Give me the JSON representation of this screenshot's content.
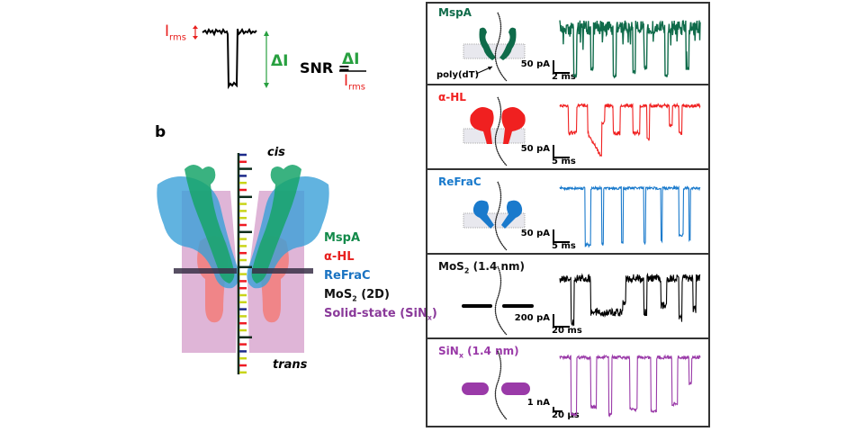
{
  "panel_a": {
    "irms_label": "I",
    "irms_sub": "rms",
    "delta_label": "ΔI",
    "snr_label": "SNR =",
    "snr_numerator": "ΔI",
    "snr_denominator": "I",
    "snr_denominator_sub": "rms",
    "colors": {
      "irms": "#e8201e",
      "delta": "#28a040",
      "trace": "#000000"
    }
  },
  "panel_b": {
    "panel_letter": "b",
    "cis_label": "cis",
    "trans_label": "trans",
    "legend": [
      {
        "label": "MspA",
        "sub": "",
        "suffix": "",
        "color": "#138a4a"
      },
      {
        "label": "α-HL",
        "sub": "",
        "suffix": "",
        "color": "#e8201e"
      },
      {
        "label": "ReFraC",
        "sub": "",
        "suffix": "",
        "color": "#1a73c2"
      },
      {
        "label": "MoS",
        "sub": "2",
        "suffix": " (2D)",
        "color": "#111111"
      },
      {
        "label": "Solid-state (SiN",
        "sub": "x",
        "suffix": ")",
        "color": "#8a3a9a"
      }
    ],
    "strand_ticks": [
      "navy",
      "red",
      "black",
      "navy",
      "yellow",
      "red",
      "black",
      "yellow",
      "yellow",
      "yellow",
      "red",
      "black",
      "yellow",
      "yellow",
      "red",
      "yellow",
      "black",
      "yellow",
      "red",
      "red",
      "yellow",
      "yellow",
      "navy",
      "yellow",
      "red",
      "yellow",
      "black",
      "red",
      "navy",
      "yellow",
      "red",
      "yellow"
    ],
    "tick_colors": {
      "navy": "#1c2a8a",
      "red": "#ee1c24",
      "black": "#0d2a1a",
      "yellow": "#c8d41a"
    }
  },
  "traces": [
    {
      "name": "MspA",
      "title": "MspA",
      "title_sub": "",
      "title_suffix": "",
      "color": "#0f6b4a",
      "scale_y": "50 pA",
      "scale_x": "2 ms",
      "annotation": "poly(dT)",
      "pore": "mspa"
    },
    {
      "name": "alpha-HL",
      "title": "α-HL",
      "title_sub": "",
      "title_suffix": "",
      "color": "#f02020",
      "scale_y": "50 pA",
      "scale_x": "5 ms",
      "annotation": "",
      "pore": "ahl"
    },
    {
      "name": "ReFraC",
      "title": "ReFraC",
      "title_sub": "",
      "title_suffix": "",
      "color": "#1a7acc",
      "scale_y": "50 pA",
      "scale_x": "5 ms",
      "annotation": "",
      "pore": "refrac"
    },
    {
      "name": "MoS2",
      "title": "MoS",
      "title_sub": "2",
      "title_suffix": " (1.4 nm)",
      "color": "#000000",
      "scale_y": "200 pA",
      "scale_x": "20 ms",
      "annotation": "",
      "pore": "mos2"
    },
    {
      "name": "SiNx",
      "title": "SiN",
      "title_sub": "x",
      "title_suffix": " (1.4 nm)",
      "color": "#9a3aa8",
      "scale_y": "1 nA",
      "scale_x": "20 µs",
      "annotation": "",
      "pore": "sinx"
    }
  ]
}
